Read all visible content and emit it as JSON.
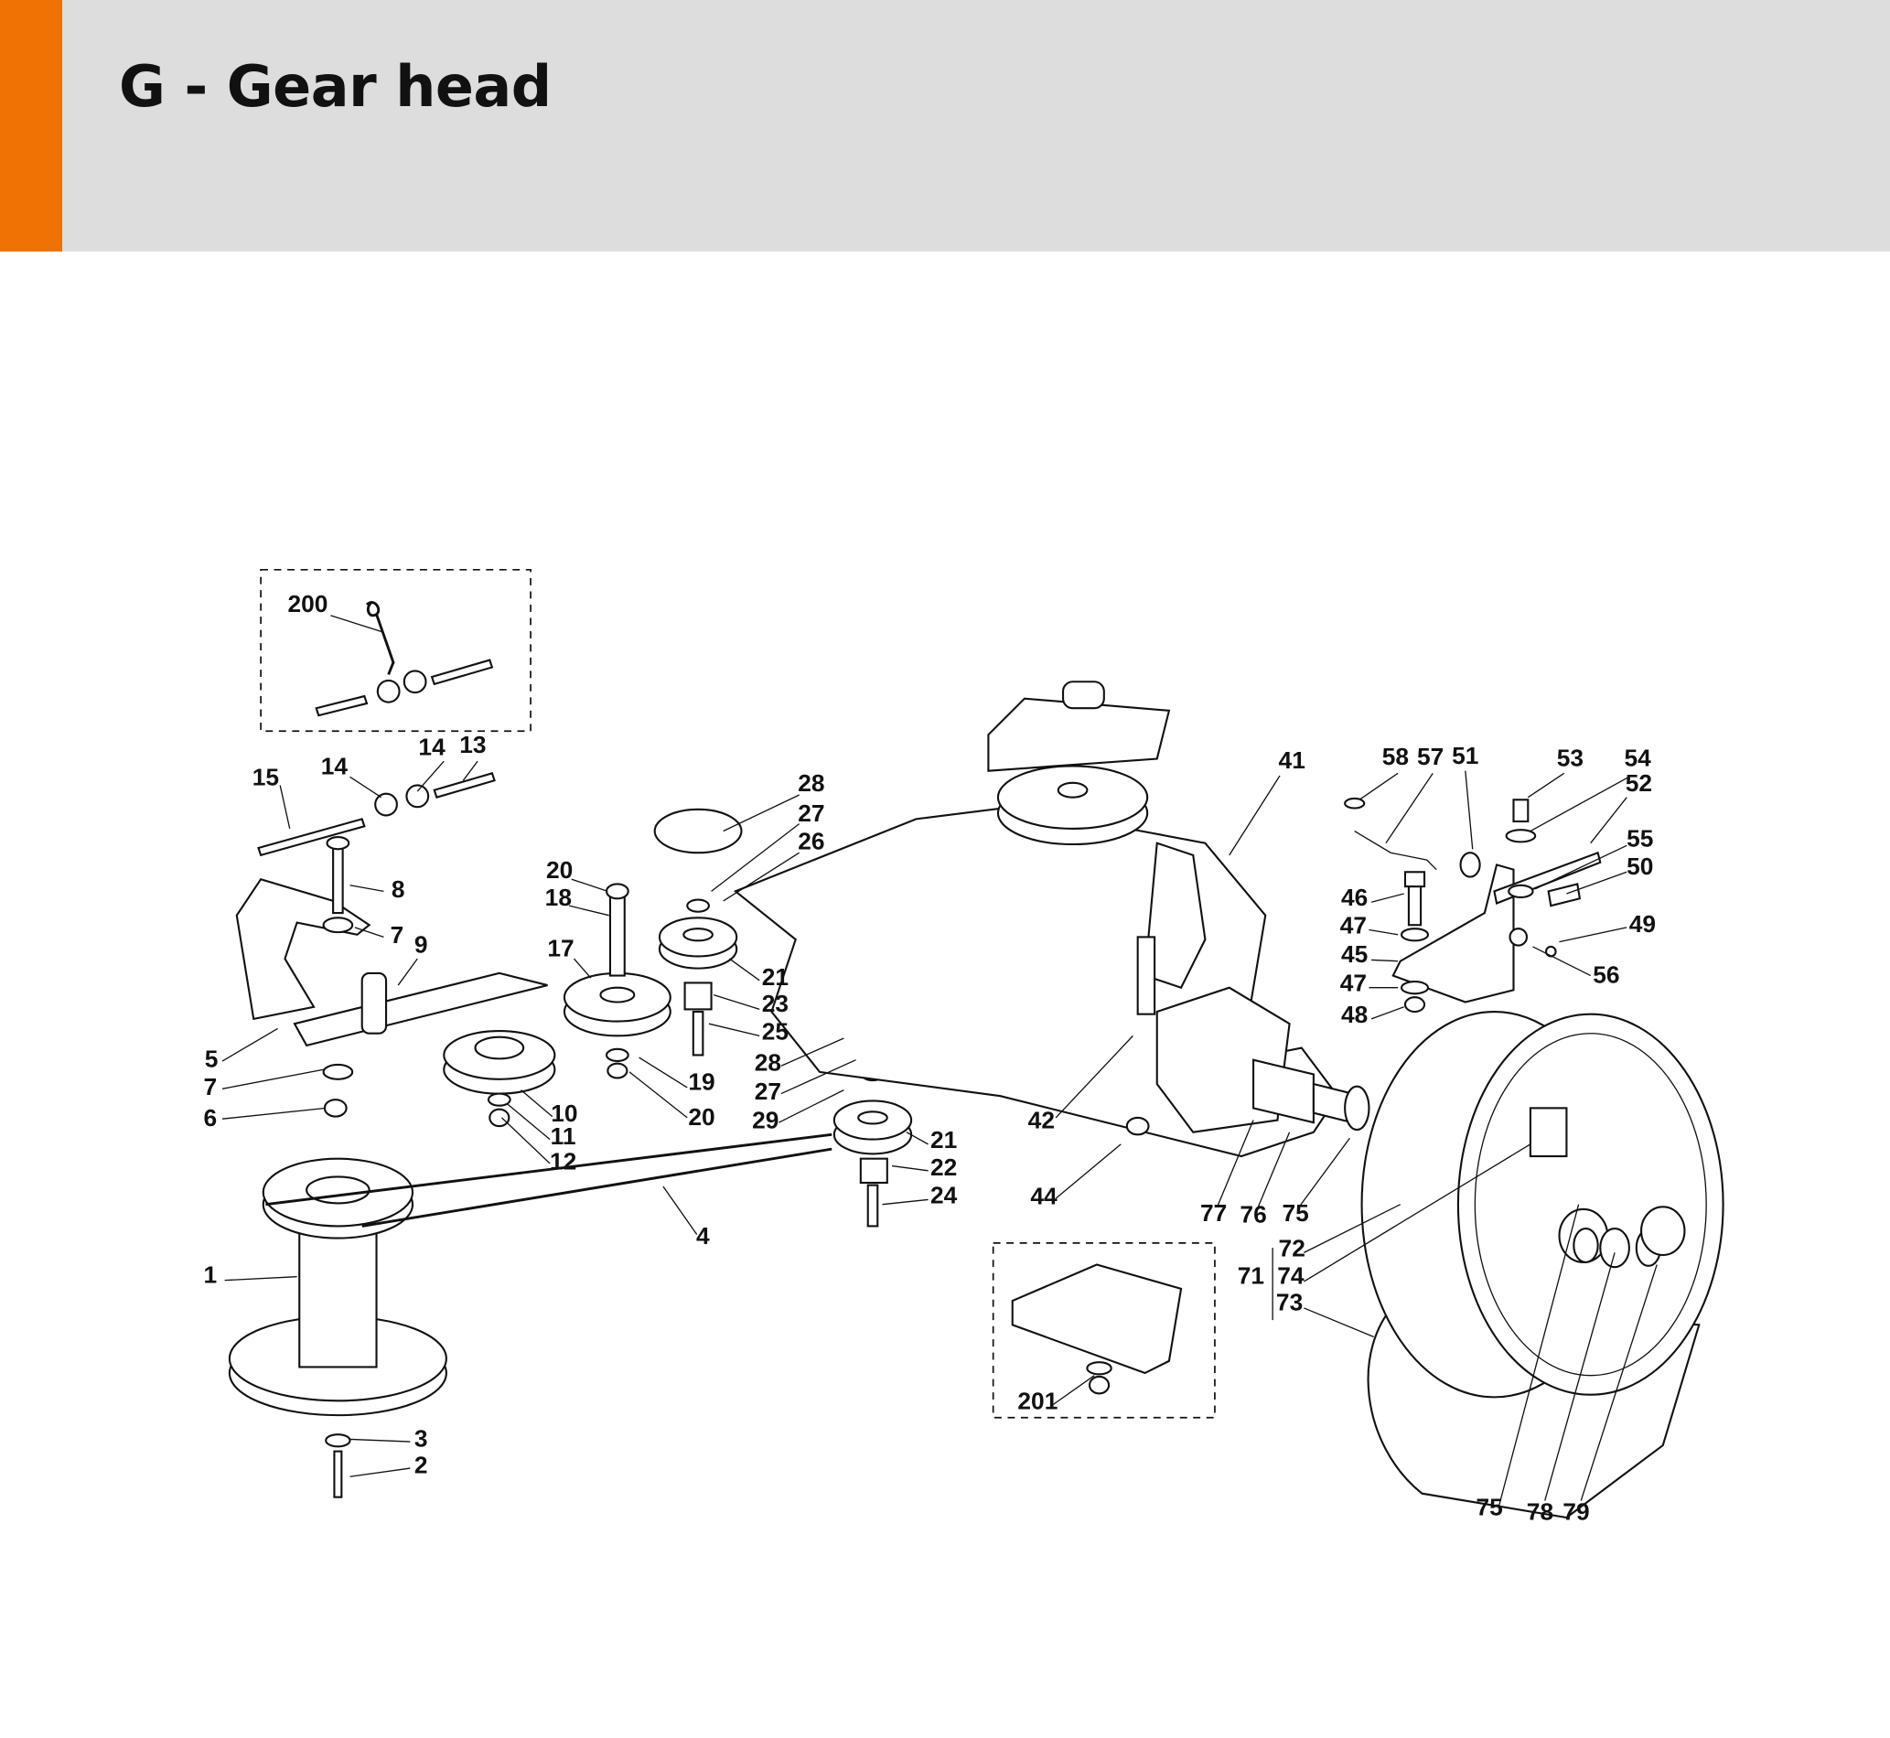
{
  "header": {
    "title": "G - Gear head",
    "accent_color": "#ef7203",
    "background_color": "#dcdddc"
  },
  "callouts": [
    "200",
    "15",
    "14",
    "14",
    "13",
    "8",
    "7",
    "9",
    "5",
    "7",
    "6",
    "10",
    "11",
    "12",
    "1",
    "3",
    "2",
    "4",
    "20",
    "18",
    "17",
    "19",
    "20",
    "28",
    "27",
    "26",
    "21",
    "23",
    "25",
    "28",
    "27",
    "29",
    "21",
    "22",
    "24",
    "41",
    "42",
    "44",
    "58",
    "57",
    "51",
    "53",
    "54",
    "52",
    "55",
    "50",
    "49",
    "56",
    "46",
    "47",
    "45",
    "47",
    "48",
    "77",
    "76",
    "75",
    "71",
    "72",
    "74",
    "73",
    "75",
    "78",
    "79",
    "201"
  ]
}
